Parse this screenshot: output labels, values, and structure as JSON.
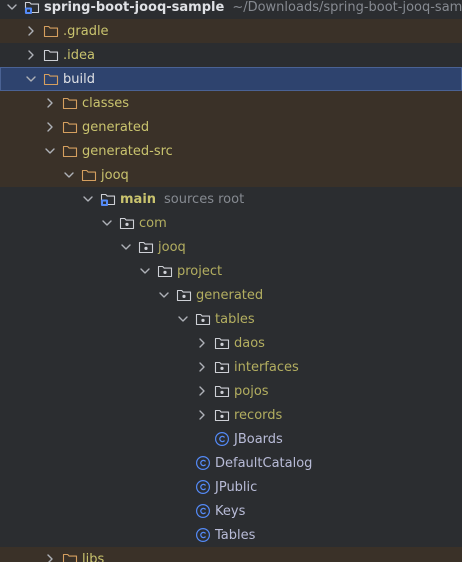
{
  "colors": {
    "background": "#2b2d30",
    "excluded_bg": "#3a3128",
    "selected_bg": "#2e436e",
    "folder_excluded": "#d59f5f",
    "folder_plain": "#ced0d6",
    "class_icon": "#548af7",
    "source_root": "#548af7"
  },
  "tree": [
    {
      "id": "root",
      "depth": 0,
      "label": "spring-boot-jooq-sample",
      "hint": "~/Downloads/spring-boot-jooq-sample",
      "icon": "module-folder-icon",
      "chevron": "down",
      "style": "bold",
      "row": "normal"
    },
    {
      "id": "gradle",
      "depth": 1,
      "label": ".gradle",
      "icon": "folder-excluded-icon",
      "chevron": "right",
      "style": "excluded",
      "row": "excluded"
    },
    {
      "id": "idea",
      "depth": 1,
      "label": ".idea",
      "icon": "folder-icon",
      "chevron": "right",
      "style": "excluded",
      "row": "normal"
    },
    {
      "id": "build",
      "depth": 1,
      "label": "build",
      "icon": "folder-excluded-icon",
      "chevron": "down",
      "style": "plain",
      "row": "selected"
    },
    {
      "id": "classes",
      "depth": 2,
      "label": "classes",
      "icon": "folder-excluded-icon",
      "chevron": "right",
      "style": "excluded",
      "row": "excluded"
    },
    {
      "id": "generated",
      "depth": 2,
      "label": "generated",
      "icon": "folder-excluded-icon",
      "chevron": "right",
      "style": "excluded",
      "row": "excluded"
    },
    {
      "id": "generated-src",
      "depth": 2,
      "label": "generated-src",
      "icon": "folder-excluded-icon",
      "chevron": "down",
      "style": "excluded",
      "row": "excluded"
    },
    {
      "id": "jooq-dir",
      "depth": 3,
      "label": "jooq",
      "icon": "folder-excluded-icon",
      "chevron": "down",
      "style": "excluded",
      "row": "excluded"
    },
    {
      "id": "main",
      "depth": 4,
      "label": "main",
      "hint": "sources root",
      "icon": "source-root-icon",
      "chevron": "down",
      "style": "bold-excluded",
      "row": "normal"
    },
    {
      "id": "com",
      "depth": 5,
      "label": "com",
      "icon": "package-icon",
      "chevron": "down",
      "style": "pkg",
      "row": "normal"
    },
    {
      "id": "jooq-pkg",
      "depth": 6,
      "label": "jooq",
      "icon": "package-icon",
      "chevron": "down",
      "style": "pkg",
      "row": "normal"
    },
    {
      "id": "project",
      "depth": 7,
      "label": "project",
      "icon": "package-icon",
      "chevron": "down",
      "style": "pkg",
      "row": "normal"
    },
    {
      "id": "generated-pkg",
      "depth": 8,
      "label": "generated",
      "icon": "package-icon",
      "chevron": "down",
      "style": "pkg",
      "row": "normal"
    },
    {
      "id": "tables",
      "depth": 9,
      "label": "tables",
      "icon": "package-icon",
      "chevron": "down",
      "style": "pkg",
      "row": "normal"
    },
    {
      "id": "daos",
      "depth": 10,
      "label": "daos",
      "icon": "package-icon",
      "chevron": "right",
      "style": "pkg",
      "row": "normal"
    },
    {
      "id": "interfaces",
      "depth": 10,
      "label": "interfaces",
      "icon": "package-icon",
      "chevron": "right",
      "style": "pkg",
      "row": "normal"
    },
    {
      "id": "pojos",
      "depth": 10,
      "label": "pojos",
      "icon": "package-icon",
      "chevron": "right",
      "style": "pkg",
      "row": "normal"
    },
    {
      "id": "records",
      "depth": 10,
      "label": "records",
      "icon": "package-icon",
      "chevron": "right",
      "style": "pkg",
      "row": "normal"
    },
    {
      "id": "jboards",
      "depth": 10,
      "label": "JBoards",
      "icon": "class-icon",
      "chevron": "none",
      "style": "class",
      "row": "normal"
    },
    {
      "id": "defaultcatalog",
      "depth": 9,
      "label": "DefaultCatalog",
      "icon": "class-icon",
      "chevron": "none",
      "style": "class",
      "row": "normal"
    },
    {
      "id": "jpublic",
      "depth": 9,
      "label": "JPublic",
      "icon": "class-icon",
      "chevron": "none",
      "style": "class",
      "row": "normal"
    },
    {
      "id": "keys",
      "depth": 9,
      "label": "Keys",
      "icon": "class-icon",
      "chevron": "none",
      "style": "class",
      "row": "normal"
    },
    {
      "id": "tables-class",
      "depth": 9,
      "label": "Tables",
      "icon": "class-icon",
      "chevron": "none",
      "style": "class",
      "row": "normal"
    },
    {
      "id": "libs",
      "depth": 2,
      "label": "libs",
      "icon": "folder-excluded-icon",
      "chevron": "right",
      "style": "excluded",
      "row": "excluded"
    }
  ]
}
